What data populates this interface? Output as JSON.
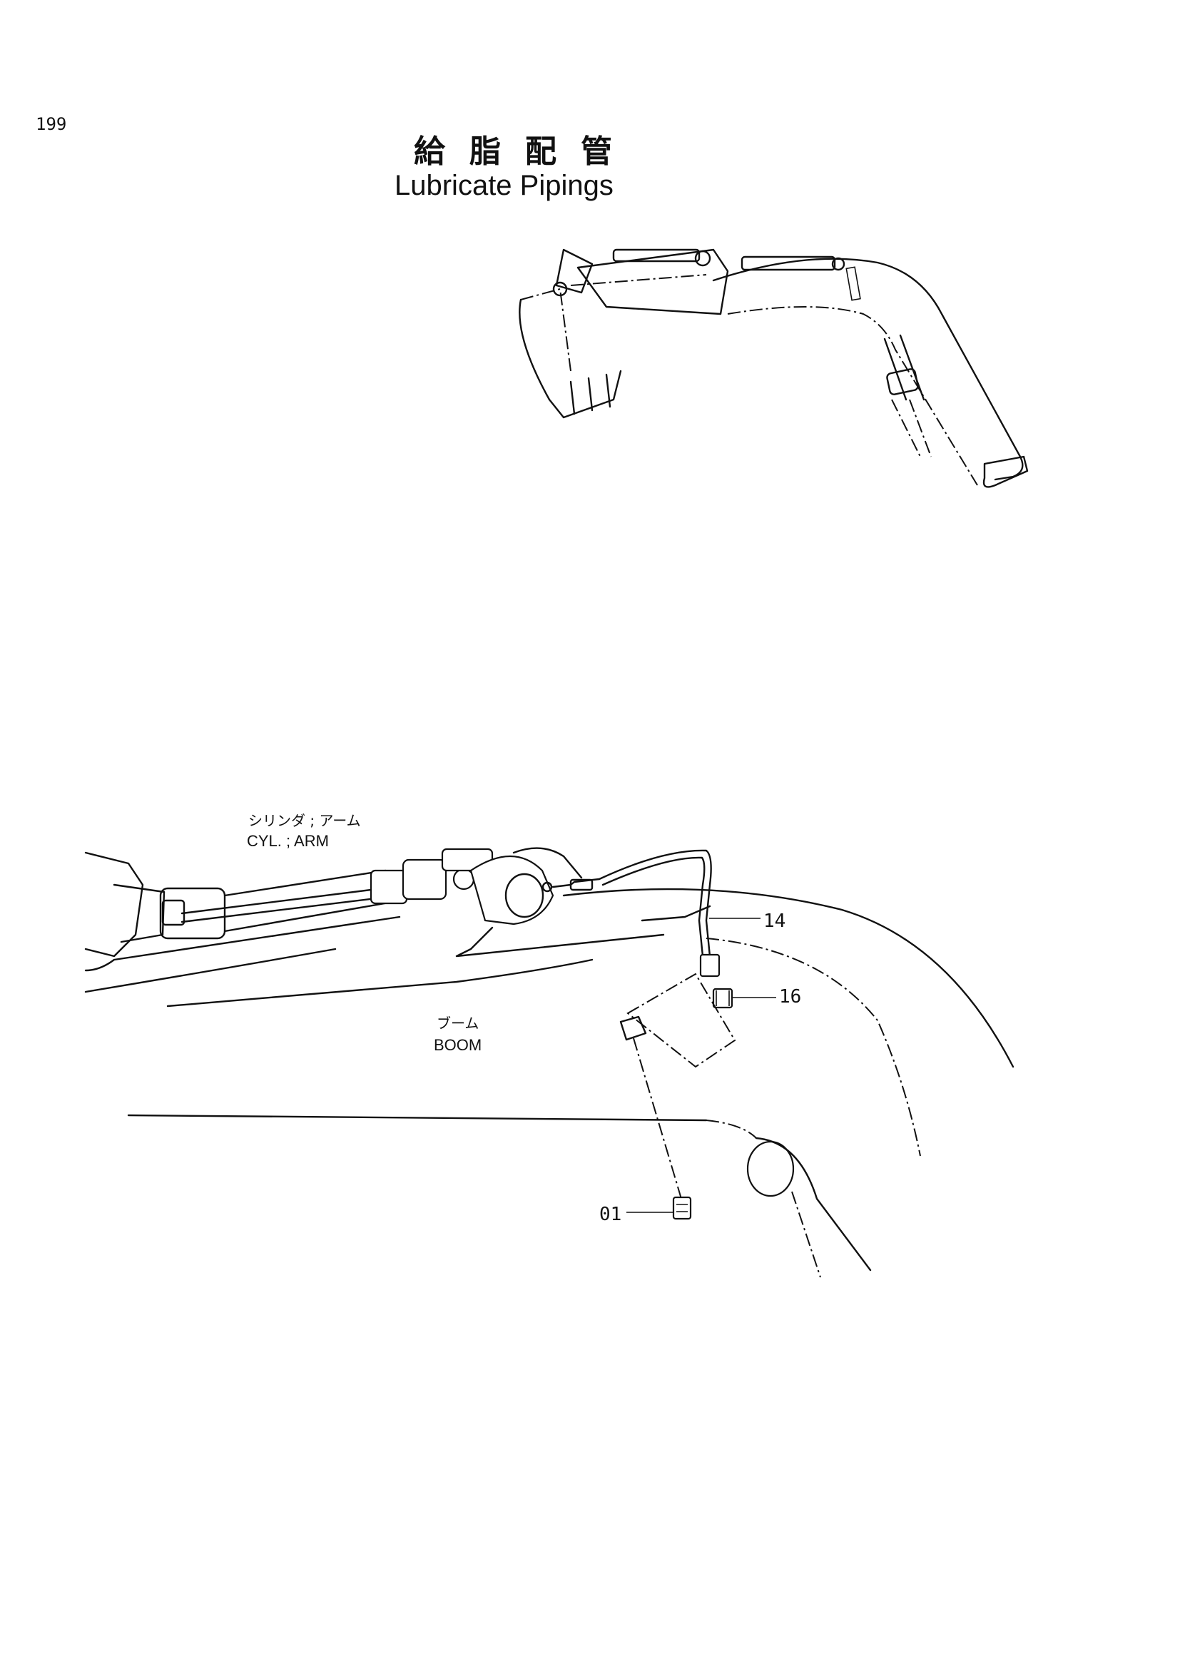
{
  "page": {
    "number": "199"
  },
  "title": {
    "japanese": "給脂配管",
    "english": "Lubricate Pipings"
  },
  "labels": {
    "cylinder_ja": "シリンダ ; アーム",
    "cylinder_en": "CYL. ; ARM",
    "boom_ja": "ブーム",
    "boom_en": "BOOM"
  },
  "callouts": [
    "14",
    "16",
    "01"
  ],
  "icons": [
    "excavator-front-overview",
    "boom-arm-cylinder-detail",
    "grease-fitting",
    "adapter-fitting",
    "grease-hose"
  ]
}
